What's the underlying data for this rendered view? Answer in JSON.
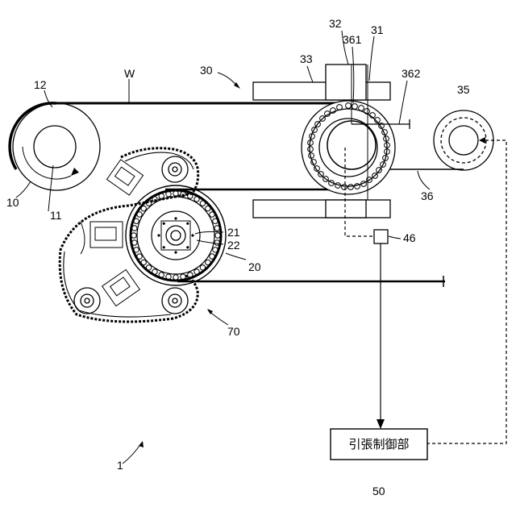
{
  "labels": {
    "n32": "32",
    "n31": "31",
    "n361": "361",
    "n33": "33",
    "n30": "30",
    "n362": "362",
    "n35": "35",
    "nW": "W",
    "n12": "12",
    "n10": "10",
    "n11": "11",
    "n21": "21",
    "n22": "22",
    "n20": "20",
    "n36": "36",
    "n46": "46",
    "n70": "70",
    "n1": "1",
    "n50": "50"
  },
  "controller": {
    "text": "引張制御部"
  }
}
